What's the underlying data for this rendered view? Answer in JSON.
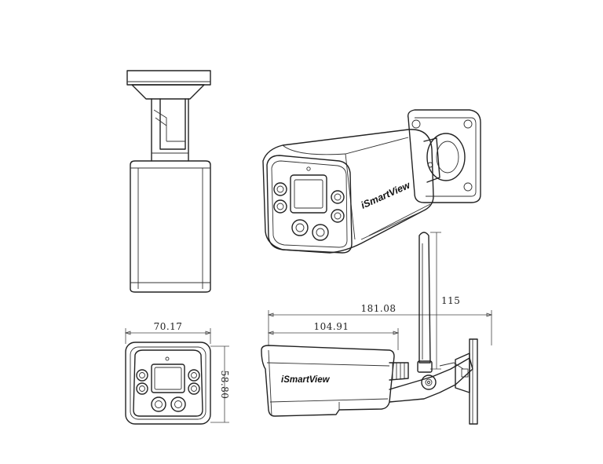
{
  "brand": {
    "label": "iSmartView"
  },
  "dimensions": {
    "front_width": "70.17",
    "front_height": "58.80",
    "side_total_length": "181.08",
    "side_body_length": "104.91",
    "antenna_height": "115"
  }
}
